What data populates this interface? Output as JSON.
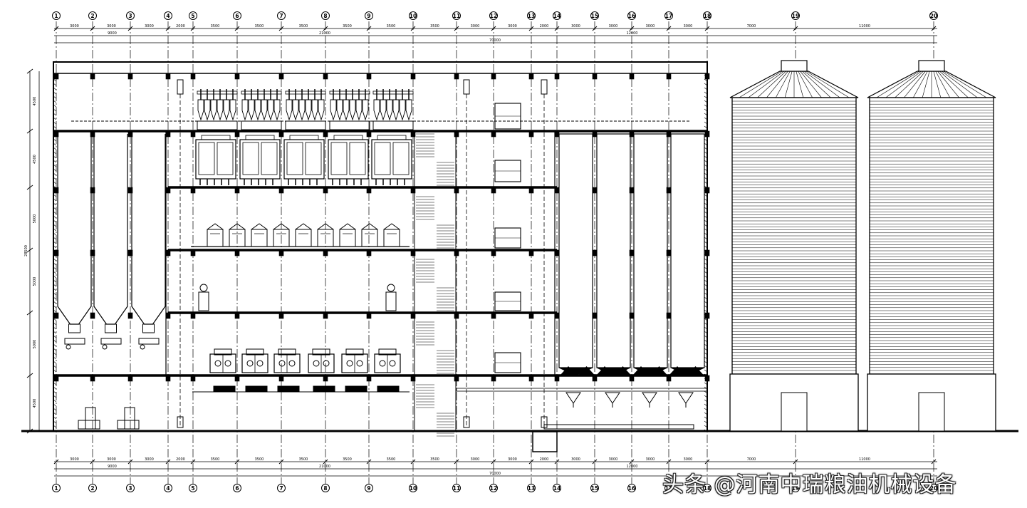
{
  "grid_axes": [
    {
      "label": "1"
    },
    {
      "label": "2"
    },
    {
      "label": "3"
    },
    {
      "label": "4"
    },
    {
      "label": "5"
    },
    {
      "label": "6"
    },
    {
      "label": "7"
    },
    {
      "label": "8"
    },
    {
      "label": "9"
    },
    {
      "label": "10"
    },
    {
      "label": "11"
    },
    {
      "label": "12"
    },
    {
      "label": "13"
    },
    {
      "label": "14"
    },
    {
      "label": "15"
    },
    {
      "label": "16"
    },
    {
      "label": "17"
    },
    {
      "label": "18"
    },
    {
      "label": "19"
    },
    {
      "label": "20"
    }
  ],
  "top_dimensions": {
    "spans": [
      "3000",
      "3000",
      "3000",
      "2000",
      "3500",
      "3500",
      "3500",
      "3500",
      "3500",
      "3500",
      "3000",
      "3000",
      "2000",
      "3000",
      "3000",
      "3000",
      "3000",
      "7000",
      "11000"
    ],
    "group_a": "9000",
    "group_b": "21000",
    "group_c": "12000",
    "total": "70000"
  },
  "bottom_dimensions": {
    "spans": [
      "3000",
      "3000",
      "3000",
      "2000",
      "3500",
      "3500",
      "3500",
      "3500",
      "3500",
      "3500",
      "3000",
      "3000",
      "2000",
      "3000",
      "3000",
      "3000",
      "3000",
      "7000",
      "11000"
    ],
    "group_a": "9000",
    "group_b": "21000",
    "group_c": "12000",
    "total": "70000"
  },
  "left_dimensions": {
    "floors": [
      "4500",
      "4500",
      "5000",
      "5000",
      "5000",
      "4500"
    ],
    "total": "28500"
  },
  "watermark": "头条 @河南中瑞粮油机械设备"
}
